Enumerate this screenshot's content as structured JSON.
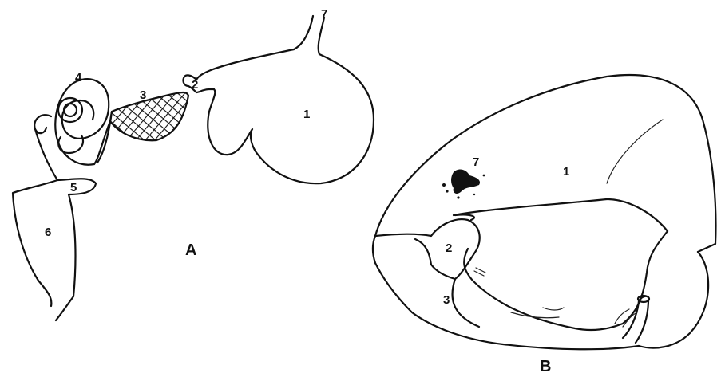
{
  "figure": {
    "panel_a": {
      "label": "A",
      "parts": [
        "1",
        "2",
        "3",
        "4",
        "5",
        "6",
        "7"
      ]
    },
    "panel_b": {
      "label": "B",
      "parts": [
        "1",
        "2",
        "3",
        "7"
      ]
    },
    "colors": {
      "ink": "#111111",
      "paper": "#ffffff"
    }
  }
}
